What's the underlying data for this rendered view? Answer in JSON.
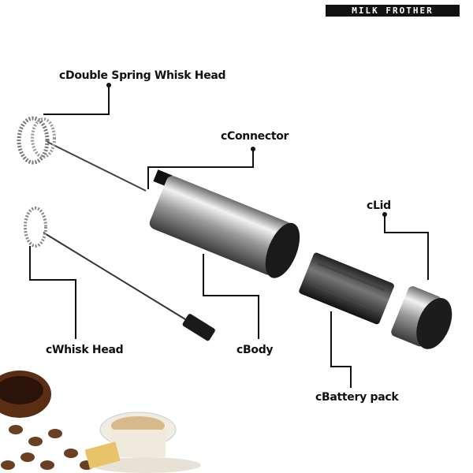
{
  "brand": "MILK FROTHER",
  "labels": {
    "double_spring": "cDouble Spring Whisk Head",
    "connector": "cConnector",
    "lid": "cLid",
    "whisk_head": "cWhisk Head",
    "body": "cBody",
    "battery": "cBattery pack"
  }
}
